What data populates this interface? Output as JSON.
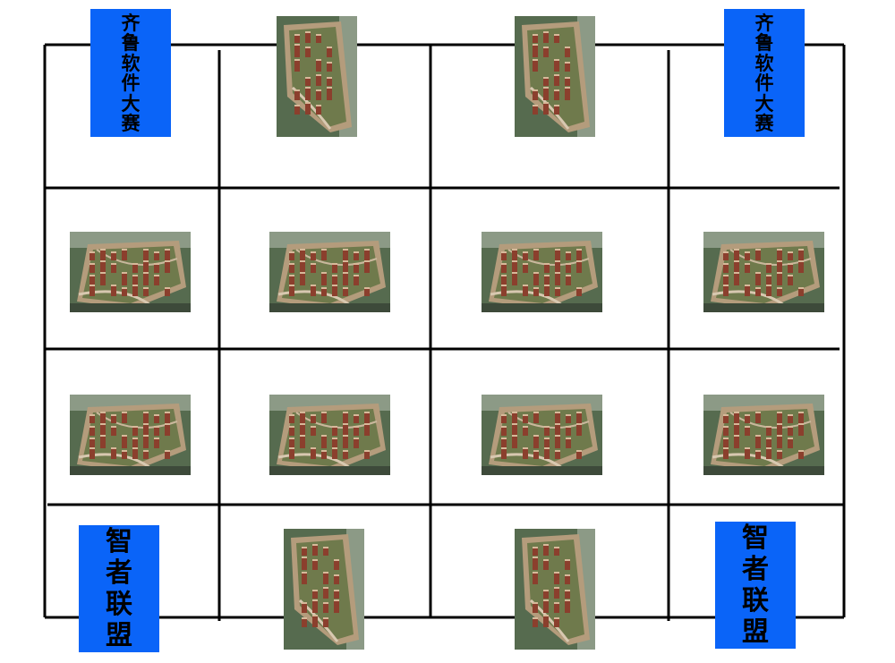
{
  "banners": {
    "top_left": {
      "chars": [
        "齐",
        "鲁",
        "软",
        "件",
        "大",
        "赛"
      ],
      "color": "#0a64f8"
    },
    "top_right": {
      "chars": [
        "齐",
        "鲁",
        "软",
        "件",
        "大",
        "赛"
      ],
      "color": "#0a64f8"
    },
    "bottom_left": {
      "chars": [
        "智",
        "者",
        "联",
        "盟"
      ],
      "color": "#0a64f8"
    },
    "bottom_right": {
      "chars": [
        "智",
        "者",
        "联",
        "盟"
      ],
      "color": "#0a64f8"
    }
  },
  "photos": {
    "subject": "aerial-residential-complex-image",
    "count": 12
  },
  "colors": {
    "grid_line": "#000000",
    "background": "#ffffff",
    "banner": "#0a64f8"
  }
}
